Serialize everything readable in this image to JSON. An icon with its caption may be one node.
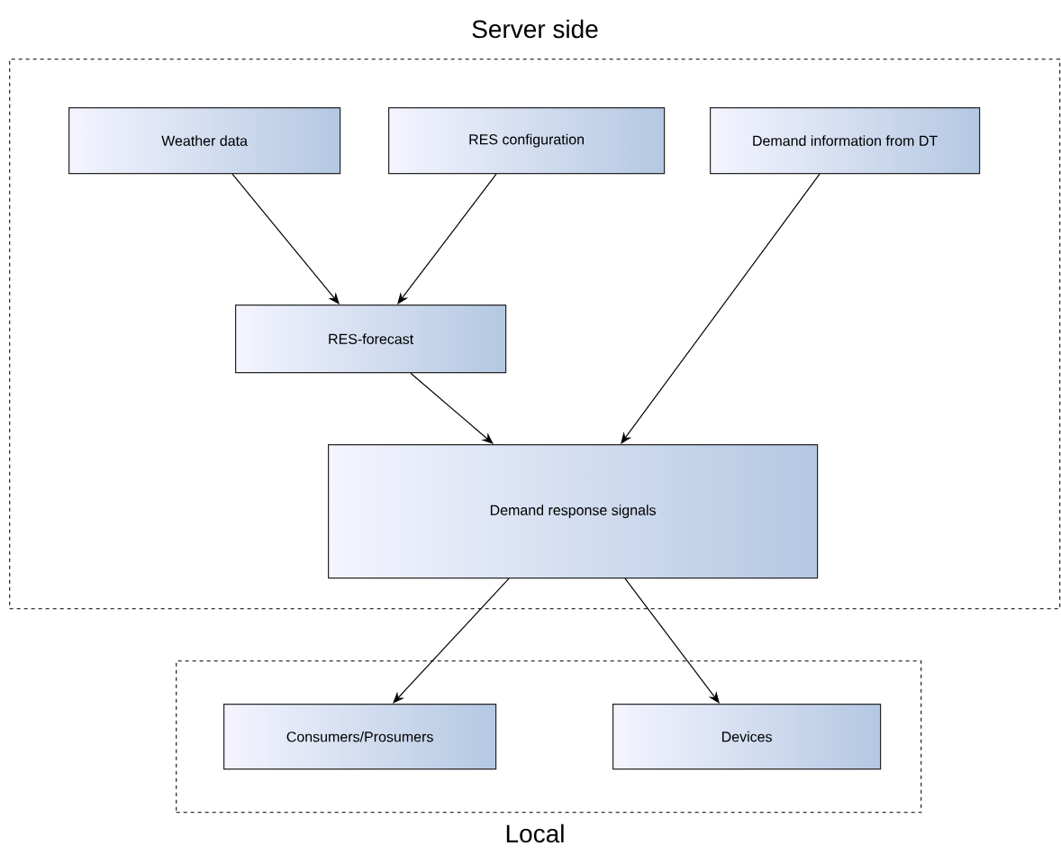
{
  "diagram": {
    "nodes": [
      {
        "text": [
          "Server side"
        ]
      },
      {
        "text": [
          "Weather data"
        ],
        "in": 0
      },
      {
        "text": [
          "RES configuration"
        ],
        "in": 0
      },
      {
        "text": [
          "Demand information from DT"
        ],
        "in": 0
      },
      {
        "text": [
          "RES-forecast"
        ],
        "in": 0
      },
      {
        "text": [
          "Demand response signals"
        ],
        "in": 0
      },
      {
        "text": [
          "Local"
        ]
      },
      {
        "text": [
          "Consumers/Prosumers"
        ],
        "in": 6
      },
      {
        "text": [
          "Devices"
        ],
        "in": 6
      }
    ],
    "edges": [
      {
        "from": 1,
        "to": 4,
        "arrow": "to"
      },
      {
        "from": 2,
        "to": 4,
        "arrow": "to"
      },
      {
        "from": 4,
        "to": 5,
        "arrow": "to"
      },
      {
        "from": 3,
        "to": 5,
        "arrow": "to"
      },
      {
        "from": 5,
        "to": 7,
        "arrow": "to"
      },
      {
        "from": 5,
        "to": 8,
        "arrow": "to"
      }
    ]
  }
}
